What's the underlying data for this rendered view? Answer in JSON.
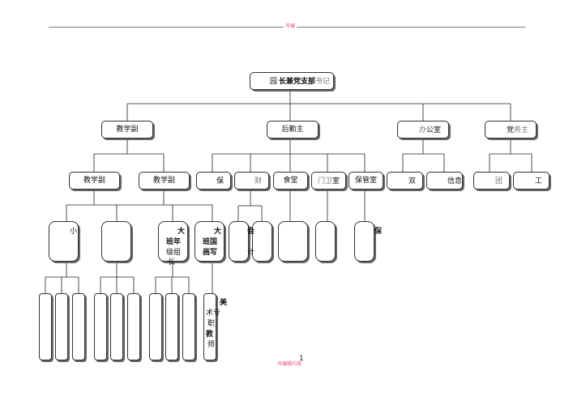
{
  "header": {
    "text": "可编"
  },
  "footer": {
    "text": "可编辑内容",
    "page_number": "1"
  },
  "root": {
    "label_a": "园",
    "label_b": "长兼党支部",
    "label_c": "书记"
  },
  "level1": {
    "teaching": "教学副",
    "logistics": "后勤主",
    "office_a": "办",
    "office_b": "公室",
    "party_a": "党",
    "party_b": "务主"
  },
  "level2": {
    "teaching_a": "教学副",
    "teaching_b": "教学副",
    "care": "保",
    "finance": "财",
    "canteen": "食堂",
    "gate_a": "门卫",
    "gate_b": "室",
    "health": "保管室",
    "dual": "双",
    "info": "信息",
    "league": "团",
    "union": "工"
  },
  "level3": {
    "small": "小",
    "big_a_line1": "大",
    "big_a_line2": "班年",
    "big_a_line3": "级组",
    "big_a_line4": "长",
    "big_b_line1": "大",
    "big_b_line2": "班国",
    "big_b_line3": "画写",
    "accounting_a": "会",
    "accounting_b": "计",
    "care_side": "保"
  },
  "level4": {
    "art_line1": "美",
    "art_line2": "术专",
    "art_line3": "职",
    "art_line4": "教",
    "art_line5": "师"
  }
}
